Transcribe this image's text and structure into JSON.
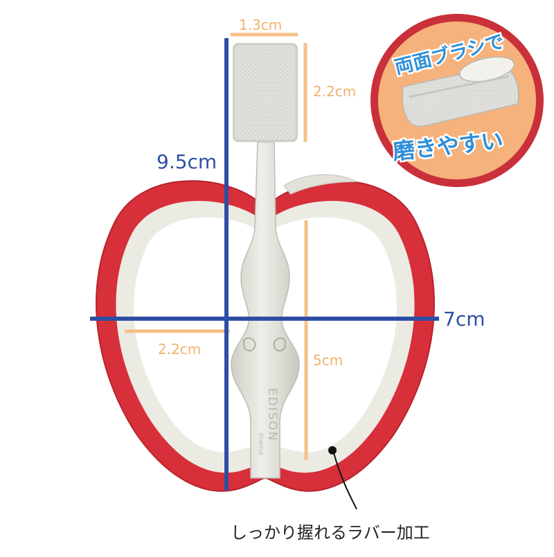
{
  "dimensions": {
    "brush_head_width": "1.3cm",
    "brush_head_height": "2.2cm",
    "total_height": "9.5cm",
    "total_width": "7cm",
    "grip_offset": "2.2cm",
    "handle_height": "5cm"
  },
  "product": {
    "brand_text": "EDISON",
    "sub_text": "mama"
  },
  "badge": {
    "top_text": "両面ブラシで",
    "bottom_text": "磨きやすい"
  },
  "callout": {
    "text": "しっかり握れるラバー加工"
  },
  "colors": {
    "frame_red": "#d7303a",
    "frame_inner": "#ecebe3",
    "dimension_blue": "#2d4ea4",
    "dimension_orange": "#f5c187",
    "badge_orange": "#f6b27c",
    "badge_ring": "#c9303a"
  }
}
